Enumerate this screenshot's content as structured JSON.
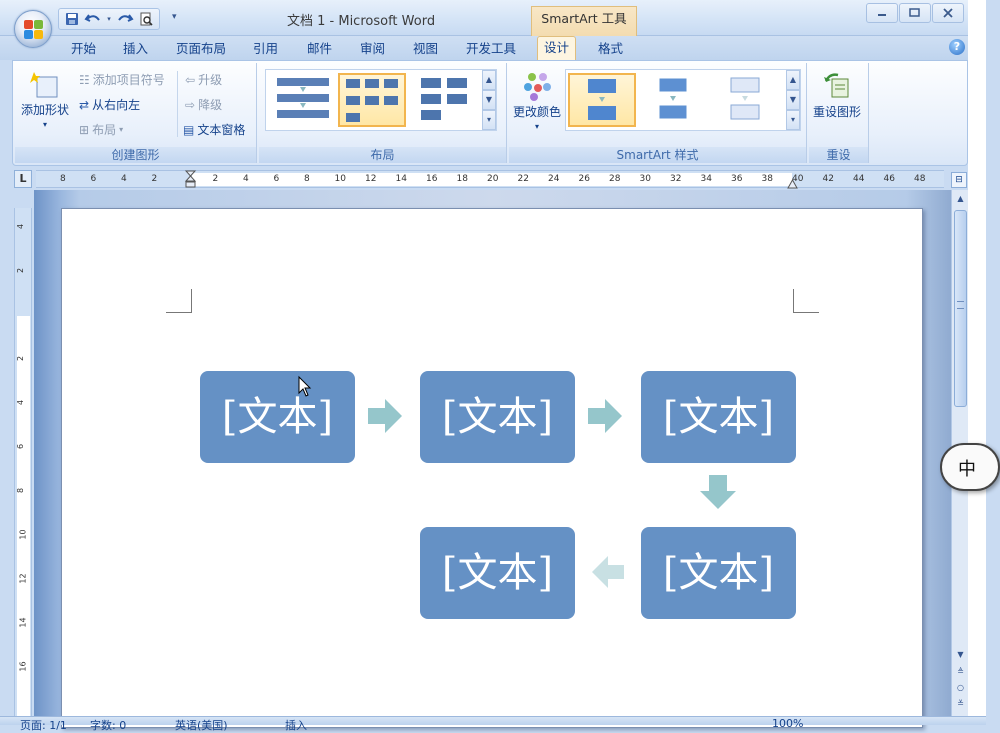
{
  "window": {
    "title": "文档 1 - Microsoft Word",
    "context_tab": "SmartArt 工具",
    "controls": [
      "minimize",
      "maximize",
      "close"
    ]
  },
  "quick_access": [
    "save-icon",
    "undo-icon",
    "redo-icon",
    "print-preview-icon",
    "customize-icon"
  ],
  "tabs": [
    {
      "label": "开始"
    },
    {
      "label": "插入"
    },
    {
      "label": "页面布局"
    },
    {
      "label": "引用"
    },
    {
      "label": "邮件"
    },
    {
      "label": "审阅"
    },
    {
      "label": "视图"
    },
    {
      "label": "开发工具"
    },
    {
      "label": "设计",
      "active": true
    },
    {
      "label": "格式"
    }
  ],
  "ribbon": {
    "create_graphic": {
      "label": "创建图形",
      "add_shape": "添加形状",
      "add_bullet": "添加项目符号",
      "right_to_left": "从右向左",
      "layout": "布局",
      "promote": "升级",
      "demote": "降级",
      "text_pane": "文本窗格"
    },
    "layouts": {
      "label": "布局",
      "selected_index": 1
    },
    "styles": {
      "label": "SmartArt 样式",
      "change_colors": "更改颜色",
      "selected_index": 0
    },
    "reset": {
      "label": "重设",
      "reset_graphic": "重设图形"
    }
  },
  "ruler": {
    "horizontal_ticks": [
      "8",
      "6",
      "4",
      "2",
      "",
      "2",
      "4",
      "6",
      "8",
      "10",
      "12",
      "14",
      "16",
      "18",
      "20",
      "22",
      "24",
      "26",
      "28",
      "30",
      "32",
      "34",
      "36",
      "38",
      "40",
      "42",
      "44",
      "46",
      "48"
    ],
    "vertical_ticks": [
      "4",
      "2",
      "",
      "2",
      "4",
      "6",
      "8",
      "10",
      "12",
      "14",
      "16"
    ]
  },
  "smartart": {
    "nodes": [
      "[文本]",
      "[文本]",
      "[文本]",
      "[文本]",
      "[文本]"
    ],
    "fill_color": "#6591c5",
    "arrow_color": "#95c6cb"
  },
  "ime": {
    "label": "中"
  },
  "statusbar": {
    "page": "页面: 1/1",
    "words": "字数: 0",
    "language": "英语(美国)",
    "mode": "插入",
    "zoom": "100%"
  }
}
